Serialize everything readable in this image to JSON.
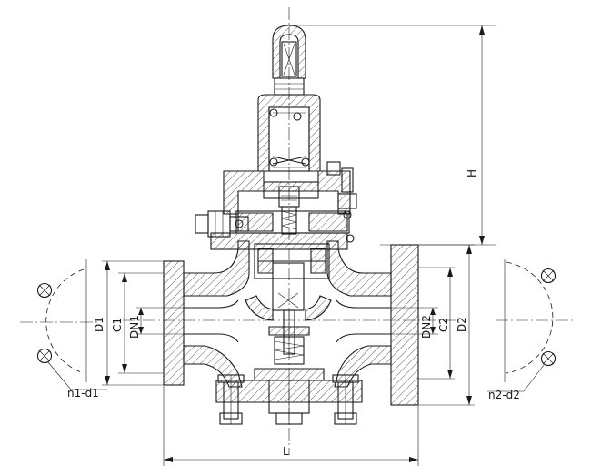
{
  "labels": {
    "h": "H",
    "l": "L",
    "d1": "D1",
    "c1": "C1",
    "dn1": "DN1",
    "dn2": "DN2",
    "c2": "C2",
    "d2": "D2",
    "n1d1": "n1-d1",
    "n2d2": "n2-d2"
  }
}
